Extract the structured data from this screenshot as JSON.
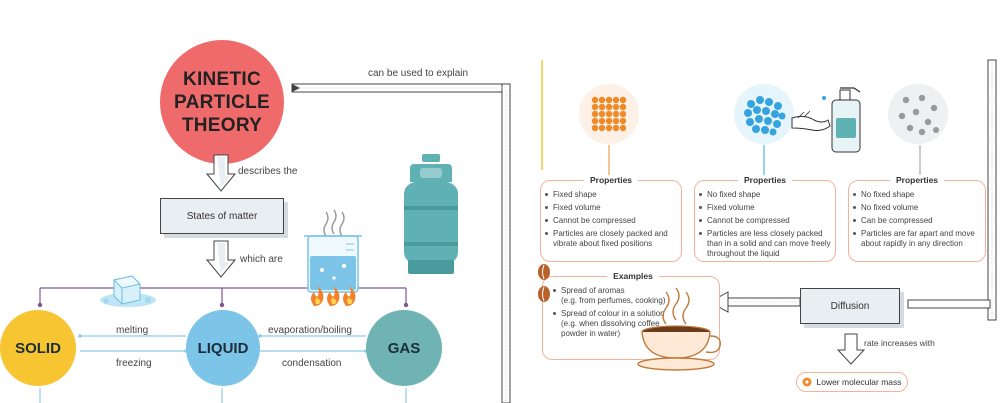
{
  "colors": {
    "kpt": "#ef6a6a",
    "solid": "#f6c531",
    "liquid": "#7cc4e8",
    "gas": "#6fb3b5",
    "connector": "#7a5a8e",
    "phase_line": "#8ecae6",
    "card_border": "#f3b39a",
    "orange": "#f08a28",
    "blue": "#35a4de",
    "gray": "#9a9a9a",
    "cylinder": "#5fb1b4"
  },
  "left": {
    "kpt_title": "KINETIC\nPARTICLE\nTHEORY",
    "explain_label": "can be used to explain",
    "describes_label": "describes the",
    "states_box": "States of matter",
    "which_are_label": "which are",
    "states": {
      "solid": "SOLID",
      "liquid": "LIQUID",
      "gas": "GAS"
    },
    "transitions": {
      "melting": "melting",
      "freezing": "freezing",
      "evaporation": "evaporation/boiling",
      "condensation": "condensation"
    },
    "icons": [
      "ice-cube-icon",
      "beaker-on-flame-icon",
      "gas-cylinder-icon"
    ]
  },
  "right": {
    "properties_heading": "Properties",
    "cards": [
      {
        "heading": "Properties",
        "items": [
          "Fixed shape",
          "Fixed volume",
          "Cannot be compressed",
          "Particles are closely packed and\nvibrate about fixed positions"
        ]
      },
      {
        "heading": "Properties",
        "items": [
          "No fixed shape",
          "Fixed volume",
          "Cannot be compressed",
          "Particles are less closely packed\nthan in a solid and can move freely\nthroughout the liquid"
        ]
      },
      {
        "heading": "Properties",
        "items": [
          "No fixed shape",
          "No fixed volume",
          "Can be compressed",
          "Particles are far apart and move\nabout rapidly in any direction"
        ]
      }
    ],
    "examples": {
      "heading": "Examples",
      "items": [
        "Spread of aromas\n(e.g. from perfumes, cooking)",
        "Spread of colour in a solution\n(e.g. when dissolving coffee\npowder in water)"
      ]
    },
    "diffusion_box": "Diffusion",
    "rate_label": "rate increases with",
    "lower_mass": "Lower molecular mass",
    "icons": [
      "solid-particles-icon",
      "liquid-particles-icon",
      "gas-particles-icon",
      "hand-sanitizer-icon",
      "coffee-cup-icon",
      "coffee-bean-icon",
      "molecule-icon"
    ]
  }
}
